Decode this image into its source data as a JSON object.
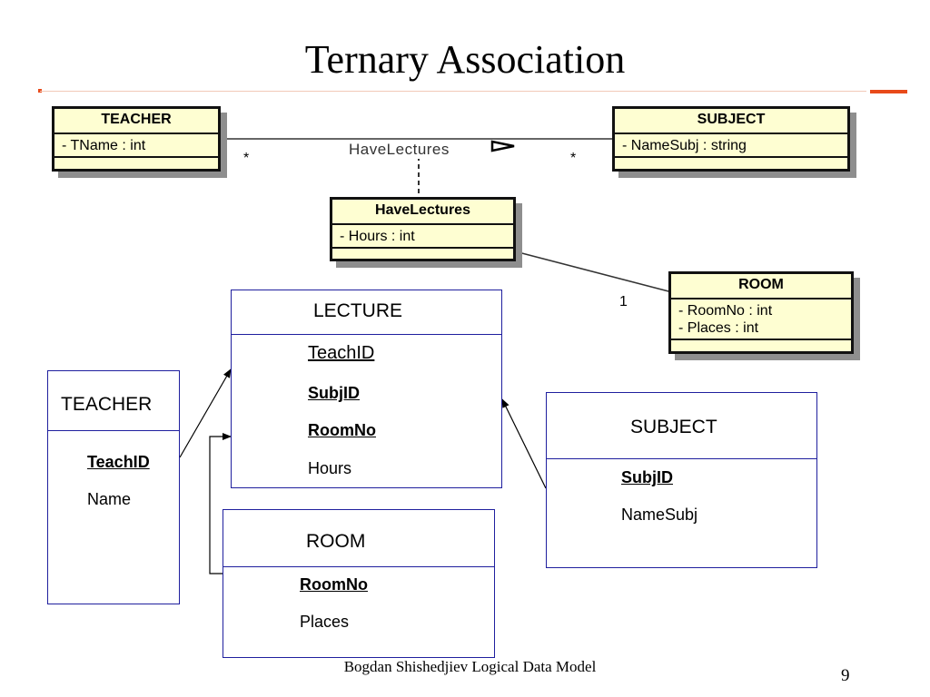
{
  "slide": {
    "title": "Ternary Association",
    "footer": "Bogdan Shishedjiev Logical Data Model",
    "page_number": "9",
    "accent_color": "#e84a1a"
  },
  "uml": {
    "teacher": {
      "name": "TEACHER",
      "attributes": [
        "- TName : int"
      ]
    },
    "subject": {
      "name": "SUBJECT",
      "attributes": [
        "- NameSubj : string"
      ]
    },
    "havelectures": {
      "name": "HaveLectures",
      "attributes": [
        "- Hours : int"
      ]
    },
    "room": {
      "name": "ROOM",
      "attributes": [
        "- RoomNo : int",
        "- Places : int"
      ]
    },
    "association_label": "HaveLectures",
    "mult_teacher": "*",
    "mult_subject": "*",
    "mult_room": "1",
    "class_fill": "#fefed2"
  },
  "tables": {
    "lecture": {
      "name": "LECTURE",
      "fields": [
        "TeachID",
        "SubjID",
        "RoomNo",
        "Hours"
      ]
    },
    "teacher": {
      "name": "TEACHER",
      "fields": [
        "TeachID",
        "Name"
      ]
    },
    "subject": {
      "name": "SUBJECT",
      "fields": [
        "SubjID",
        "NameSubj"
      ]
    },
    "room": {
      "name": "ROOM",
      "fields": [
        "RoomNo",
        "Places"
      ]
    },
    "border_color": "#1f1f9e"
  }
}
